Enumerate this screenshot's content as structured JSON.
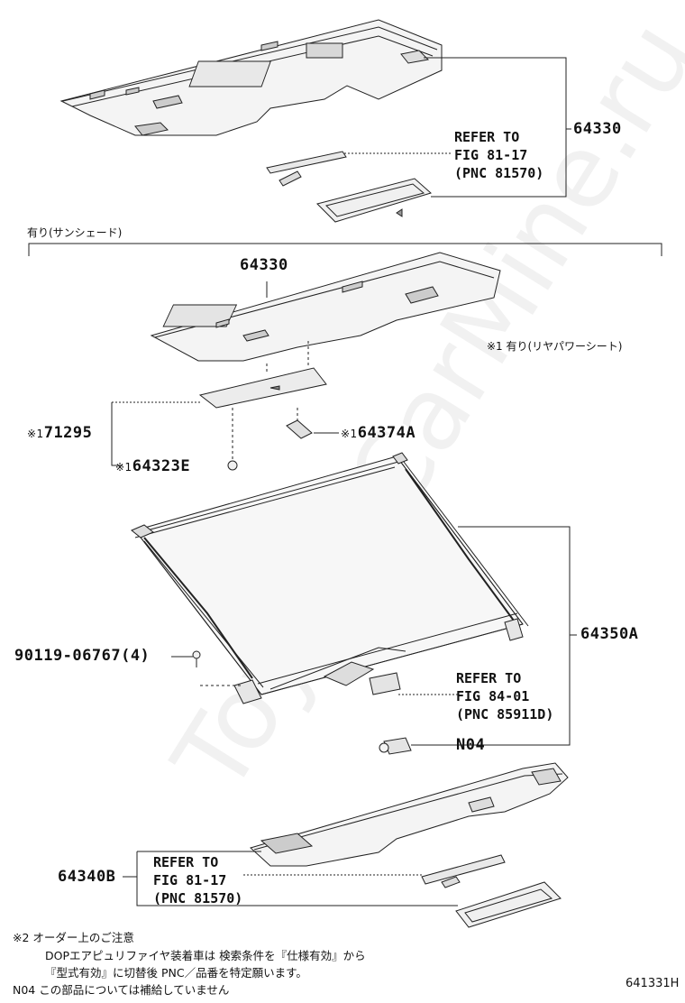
{
  "watermark": "ToyotaCarMine.ru",
  "diagram_id": "641331H",
  "section_header": "有り(サンシェード)",
  "parts": {
    "p64330_top": "64330",
    "p64330_mid": "64330",
    "p71295": "71295",
    "p64323E": "64323E",
    "p64374A": "64374A",
    "p90119": "90119-06767(4)",
    "p64350A": "64350A",
    "pN04": "N04",
    "p64340B": "64340B"
  },
  "mark_1": "※1",
  "callout_note1": "※1 有り(リヤパワーシート)",
  "refs": {
    "ref1": [
      "REFER TO",
      "FIG 81-17",
      "(PNC 81570)"
    ],
    "ref2": [
      "REFER TO",
      "FIG 84-01",
      "(PNC 85911D)"
    ],
    "ref3": [
      "REFER TO",
      "FIG 81-17",
      "(PNC 81570)"
    ]
  },
  "footnotes": {
    "line1": "※2  オーダー上のご注意",
    "line2": "DOPエアピュリファイヤ装着車は 検索条件を『仕様有効』から",
    "line3": "『型式有効』に切替後 PNC／品番を特定願います。",
    "line4": "N04   この部品については補給していません"
  }
}
